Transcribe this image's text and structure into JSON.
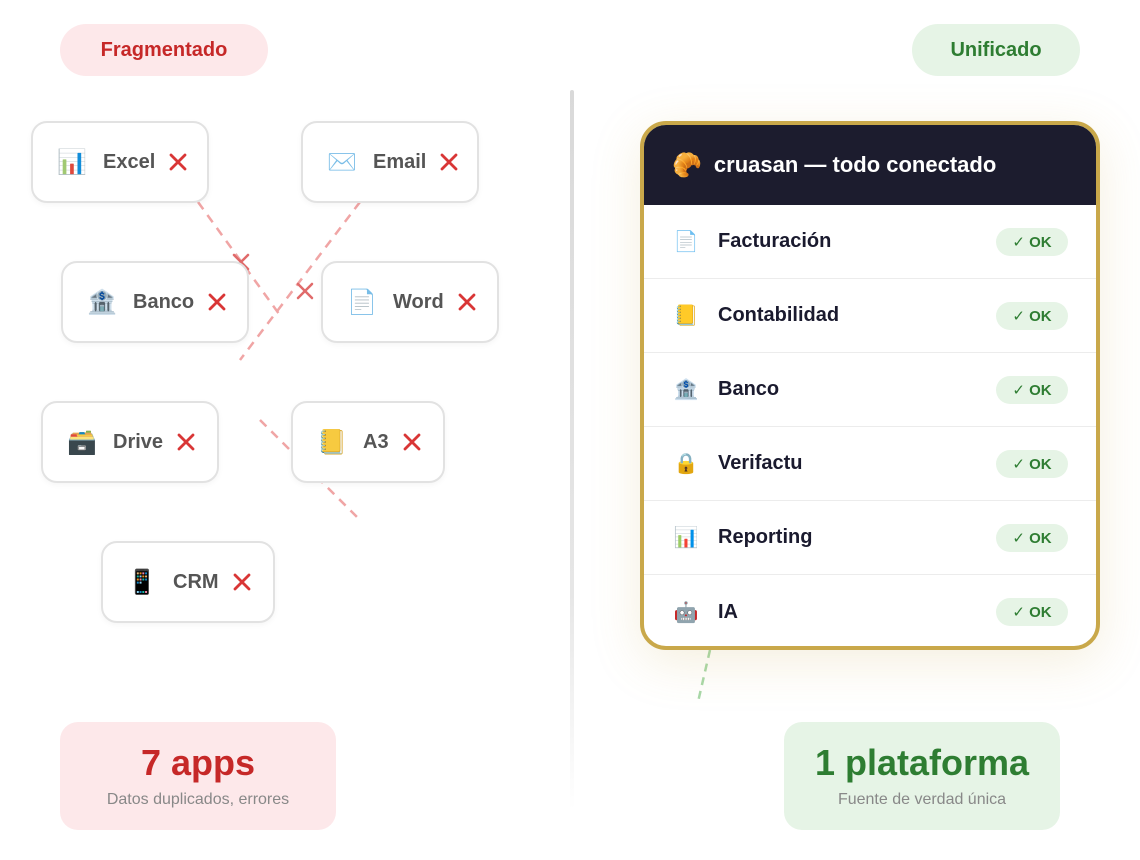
{
  "left_label": "Fragmentado",
  "right_label": "Unificado",
  "apps": [
    {
      "label": "Excel",
      "icon": "bar-chart-icon",
      "glyph": "📊"
    },
    {
      "label": "Email",
      "icon": "envelope-icon",
      "glyph": "✉️"
    },
    {
      "label": "Banco",
      "icon": "bank-icon",
      "glyph": "🏦"
    },
    {
      "label": "Word",
      "icon": "document-icon",
      "glyph": "📄"
    },
    {
      "label": "Drive",
      "icon": "file-box-icon",
      "glyph": "🗃️"
    },
    {
      "label": "A3",
      "icon": "ledger-icon",
      "glyph": "📒"
    },
    {
      "label": "CRM",
      "icon": "phone-icon",
      "glyph": "📱"
    }
  ],
  "platform": {
    "icon": "croissant-icon",
    "glyph": "🥐",
    "title": "cruasan — todo conectado",
    "status_label": "✓ OK",
    "modules": [
      {
        "label": "Facturación",
        "icon": "document-icon",
        "glyph": "📄"
      },
      {
        "label": "Contabilidad",
        "icon": "ledger-icon",
        "glyph": "📒"
      },
      {
        "label": "Banco",
        "icon": "bank-icon",
        "glyph": "🏦"
      },
      {
        "label": "Verifactu",
        "icon": "lock-icon",
        "glyph": "🔒"
      },
      {
        "label": "Reporting",
        "icon": "bar-chart-icon",
        "glyph": "📊"
      },
      {
        "label": "IA",
        "icon": "robot-icon",
        "glyph": "🤖"
      }
    ]
  },
  "stats": {
    "left": {
      "value": "7 apps",
      "caption": "Datos duplicados, errores"
    },
    "right": {
      "value": "1 plataforma",
      "caption": "Fuente de verdad única"
    }
  },
  "colors": {
    "error": "#c62828",
    "ok": "#2e7d32",
    "accent": "#c9a84a",
    "dark": "#1c1c2e"
  }
}
